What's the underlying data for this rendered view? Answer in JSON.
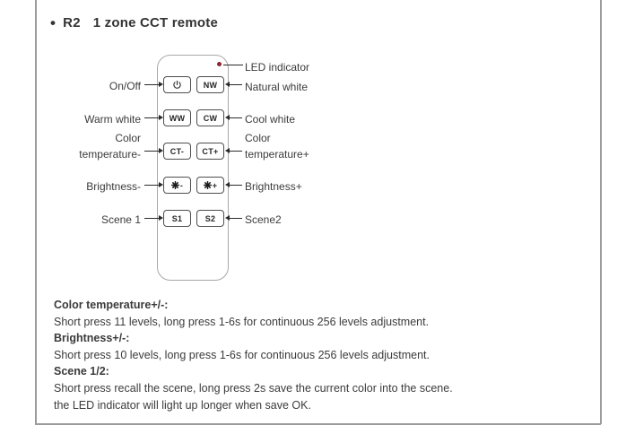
{
  "header": {
    "bullet": "•",
    "model": "R2",
    "name": "1 zone CCT remote"
  },
  "colors": {
    "frame_border": "#9b9b9b",
    "remote_outline": "#a8a8a8",
    "button_border": "#4e4e4e",
    "text": "#3b3b3b",
    "led_indicator": "#8d2433"
  },
  "remote": {
    "buttons": {
      "power_icon": "power-icon",
      "nw": "NW",
      "ww": "WW",
      "cw": "CW",
      "ct_minus": "CT-",
      "ct_plus": "CT+",
      "brightness_icon": "brightness-icon",
      "brightness_minus": "-",
      "brightness_plus": "+",
      "s1": "S1",
      "s2": "S2"
    },
    "callouts": {
      "led": "LED indicator",
      "left": [
        {
          "lines": [
            "On/Off"
          ]
        },
        {
          "lines": [
            "Warm white"
          ]
        },
        {
          "lines": [
            "Color",
            "temperature-"
          ]
        },
        {
          "lines": [
            "Brightness-"
          ]
        },
        {
          "lines": [
            "Scene 1"
          ]
        }
      ],
      "right": [
        {
          "lines": [
            "Natural white"
          ]
        },
        {
          "lines": [
            "Cool white"
          ]
        },
        {
          "lines": [
            "Color",
            "temperature+"
          ]
        },
        {
          "lines": [
            "Brightness+"
          ]
        },
        {
          "lines": [
            "Scene2"
          ]
        }
      ]
    }
  },
  "notes": [
    {
      "style": "heading",
      "text": "Color temperature+/-:"
    },
    {
      "style": "body",
      "text": "Short press 11 levels, long press 1-6s for continuous 256 levels adjustment."
    },
    {
      "style": "heading",
      "text": "Brightness+/-:"
    },
    {
      "style": "body",
      "text": "Short press 10 levels, long press 1-6s for continuous 256 levels adjustment."
    },
    {
      "style": "heading",
      "text": "Scene 1/2:"
    },
    {
      "style": "body",
      "text": "Short press recall the scene, long press 2s save the current color into the scene."
    },
    {
      "style": "body",
      "text": "the LED indicator will light up longer when save OK."
    }
  ]
}
